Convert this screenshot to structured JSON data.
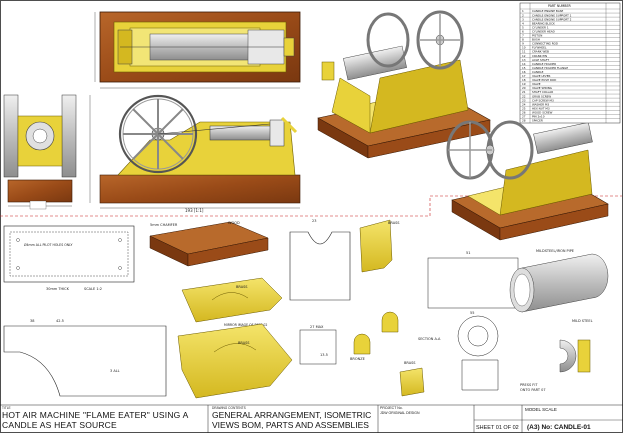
{
  "title_block": {
    "main_title_line1": "HOT AIR MACHINE \"FLAME EATER\" USING A",
    "main_title_line2": "CANDLE AS HEAT SOURCE",
    "contents_line1": "GENERAL ARRANGEMENT, ISOMETRIC",
    "contents_line2": "VIEWS BOM, PARTS AND ASSEMBLIES",
    "contents_label": "DRAWING CONTENTS",
    "project_label": "PROJECT No.",
    "company": "JDW ORIGINAL DESIGN",
    "sheet": "SHEET 01 OF 02",
    "sheet_size": "(A3) No: CANDLE-01",
    "model_scale": "MODEL SCALE",
    "title_label": "TITLE"
  },
  "annotations": {
    "pilot_holes": "Ø4mm ALL PILOT HOLES ONLY",
    "thick": "30mm THICK",
    "scale_12": "SCALE 1:2",
    "chamfer": "5mm CHAMFER",
    "wood": "WOOD",
    "brass1": "BRASS",
    "brass2": "BRASS",
    "brass3": "BRASS",
    "brass4": "BRASS",
    "mirror": "MIRROR IMAGE OF PART 02",
    "steel_pipe": "MILDSTEEL/IRON PIPE",
    "mild_steel": "MILD STEEL",
    "section_aa": "SECTION A-A",
    "bronze": "BRONZE",
    "press_fit": "PRESS FIT",
    "onto_part": "ONTO PART 07",
    "three_all": "3 ALL",
    "dim_193": "193 [1:1]",
    "dim_51": "51",
    "dim_23": "23",
    "dim_27": "27 MAX",
    "dim_13": "13.5",
    "dim_55": "55",
    "dim_38": "38",
    "dim_42": "42.5"
  },
  "bom": {
    "header_item": "ITEM",
    "header_part": "PART NUMBER",
    "header_qty": "QTY",
    "rows": [
      "CANDLE ENGINE BASE",
      "CANDLE ENGINE SUPPORT 1",
      "CANDLE ENGINE SUPPORT 2",
      "BEARING BLOCK",
      "CYLINDER 1",
      "CYLINDER HEAD",
      "PISTON",
      "BUSH",
      "CONNECTING ROD",
      "FLYWHEEL",
      "CRANK WEB",
      "CRANK PIN",
      "AXLE SHAFT",
      "CANDLE HOLDER",
      "CANDLE HOLDER FLANGE",
      "CANDLE",
      "VALVE LEVER",
      "VALVE PUSH ROD",
      "VALVE",
      "VALVE SPRING",
      "SHAFT COLLAR",
      "GRUB SCREW",
      "CAP SCREW M3",
      "WASHER M3",
      "HEX NUT M3",
      "WOOD SCREW",
      "PIN 2x10",
      "SPACER"
    ]
  },
  "colors": {
    "brass": "#E8D23A",
    "wood": "#A0521E",
    "wood_dark": "#6B3412",
    "steel": "#C8C8C8",
    "redline": "#C81E1E"
  }
}
